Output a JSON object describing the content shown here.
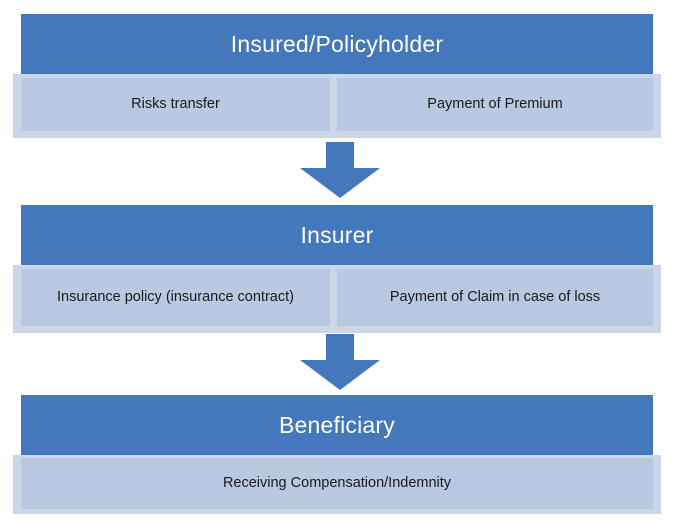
{
  "diagram": {
    "type": "flowchart",
    "orientation": "vertical-top-down",
    "colors": {
      "header_fill": "#4478BC",
      "header_text": "#FFFFFF",
      "sub_fill": "#B8C9E1",
      "sub_plate": "#CBD7E9",
      "sub_text": "#1A1A1A",
      "arrow_fill": "#4478BC",
      "background": "#FFFFFF"
    },
    "tiers": [
      {
        "id": "insured",
        "header": "Insured/Policyholder",
        "sub_boxes": [
          {
            "label": "Risks transfer"
          },
          {
            "label": "Payment of Premium"
          }
        ]
      },
      {
        "id": "insurer",
        "header": "Insurer",
        "sub_boxes": [
          {
            "label": "Insurance policy (insurance contract)"
          },
          {
            "label": "Payment of Claim in case of loss"
          }
        ]
      },
      {
        "id": "beneficiary",
        "header": "Beneficiary",
        "sub_boxes": [
          {
            "label": "Receiving Compensation/Indemnity"
          }
        ]
      }
    ],
    "arrows": [
      {
        "id": "arrow-insured-to-insurer",
        "from": "insured",
        "to": "insurer",
        "direction": "down"
      },
      {
        "id": "arrow-insurer-to-beneficiary",
        "from": "insurer",
        "to": "beneficiary",
        "direction": "down"
      }
    ]
  }
}
